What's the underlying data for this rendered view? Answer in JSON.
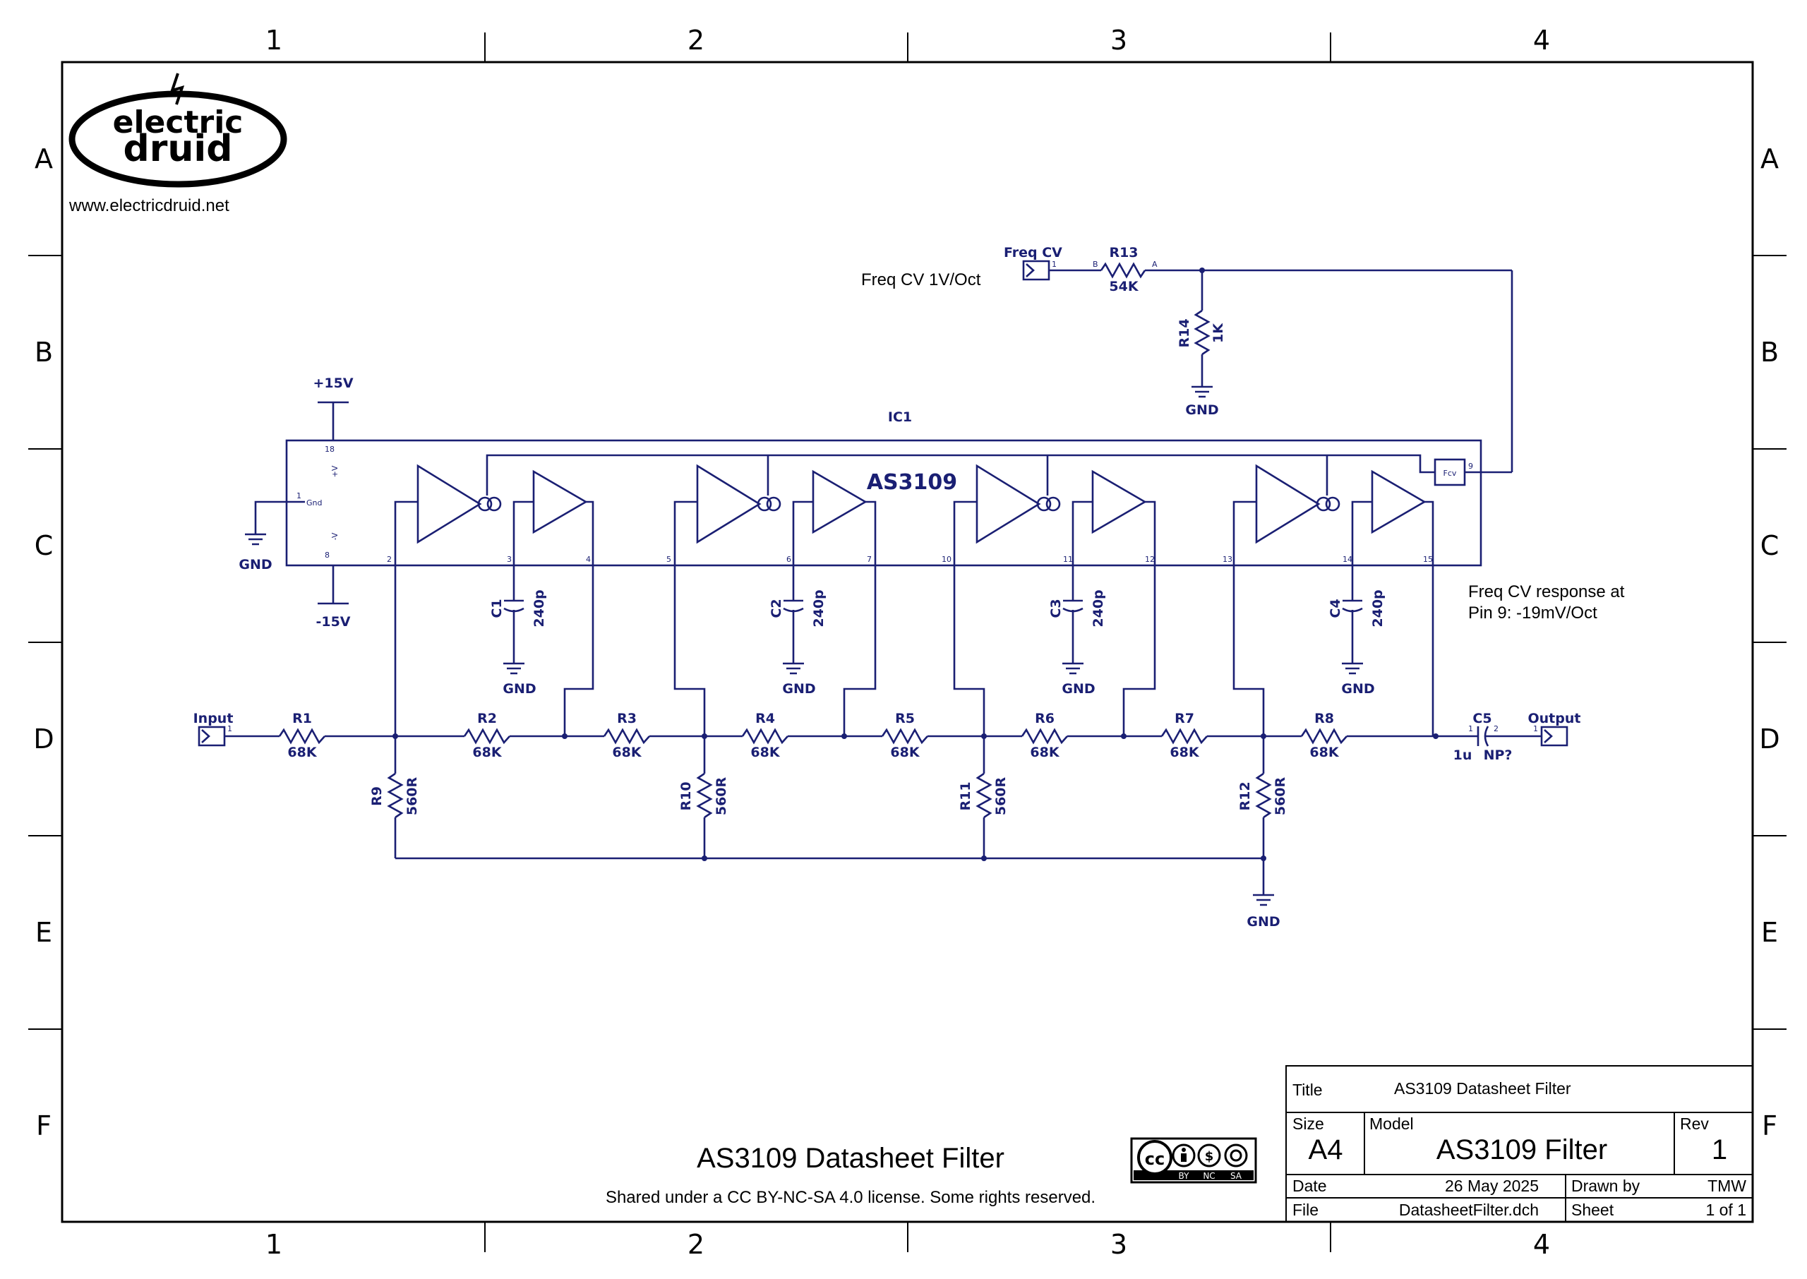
{
  "brand": {
    "logo_line1": "electric",
    "logo_line2": "druid",
    "url": "www.electricdruid.net"
  },
  "grid": {
    "cols": [
      "1",
      "2",
      "3",
      "4"
    ],
    "rows": [
      "A",
      "B",
      "C",
      "D",
      "E",
      "F"
    ]
  },
  "ic": {
    "ref": "IC1",
    "part": "AS3109",
    "fcv": "Fcv",
    "pins": {
      "vplus": "+V",
      "gnd": "Gnd",
      "vminus": "-V"
    }
  },
  "power": {
    "pos": "+15V",
    "neg": "-15V",
    "gnd": "GND"
  },
  "ports": {
    "input": "Input",
    "output": "Output",
    "freq_cv": "Freq CV"
  },
  "resistors": [
    {
      "ref": "R1",
      "value": "68K"
    },
    {
      "ref": "R2",
      "value": "68K"
    },
    {
      "ref": "R3",
      "value": "68K"
    },
    {
      "ref": "R4",
      "value": "68K"
    },
    {
      "ref": "R5",
      "value": "68K"
    },
    {
      "ref": "R6",
      "value": "68K"
    },
    {
      "ref": "R7",
      "value": "68K"
    },
    {
      "ref": "R8",
      "value": "68K"
    },
    {
      "ref": "R9",
      "value": "560R"
    },
    {
      "ref": "R10",
      "value": "560R"
    },
    {
      "ref": "R11",
      "value": "560R"
    },
    {
      "ref": "R12",
      "value": "560R"
    },
    {
      "ref": "R13",
      "value": "54K"
    },
    {
      "ref": "R14",
      "value": "1K"
    }
  ],
  "capacitors": [
    {
      "ref": "C1",
      "value": "240p"
    },
    {
      "ref": "C2",
      "value": "240p"
    },
    {
      "ref": "C3",
      "value": "240p"
    },
    {
      "ref": "C4",
      "value": "240p"
    },
    {
      "ref": "C5",
      "value": "1u",
      "value2": "NP?"
    }
  ],
  "notes": {
    "freq_cv_scale": "Freq CV 1V/Oct",
    "freq_cv_response_1": "Freq CV response at",
    "freq_cv_response_2": "Pin 9: -19mV/Oct"
  },
  "footer": {
    "title": "AS3109 Datasheet Filter",
    "license": "Shared under a CC BY-NC-SA 4.0 license. Some rights reserved.",
    "badge": {
      "cc": "cc",
      "by": "BY",
      "nc": "NC",
      "sa": "SA"
    }
  },
  "title_block": {
    "title_label": "Title",
    "title_value": "AS3109 Datasheet Filter",
    "size_label": "Size",
    "size_value": "A4",
    "model_label": "Model",
    "model_value": "AS3109 Filter",
    "rev_label": "Rev",
    "rev_value": "1",
    "date_label": "Date",
    "date_value": "26 May 2025",
    "drawn_label": "Drawn by",
    "drawn_value": "TMW",
    "file_label": "File",
    "file_value": "DatasheetFilter.dch",
    "sheet_label": "Sheet",
    "sheet_value": "1 of 1"
  }
}
